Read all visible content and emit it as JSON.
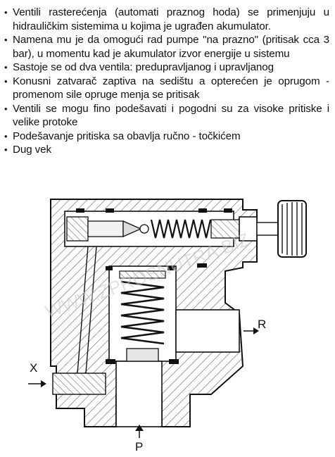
{
  "bullets": [
    "Ventili rasterećenja (automati praznog hoda) se primenjuju u hidrauličkim sistemima u kojima je ugrađen akumulator.",
    "Namena mu je da omogući rad pumpe \"na prazno\" (pritisak cca 3 bar), u momentu kad je akumulator izvor energije u sistemu",
    "Sastoje se od dva ventila: predupravljanog i upravljanog",
    "Konusni zatvarač zaptiva na sedištu a opterećen je oprugom - promenom sile opruge menja se pritisak",
    "Ventili se mogu fino podešavati i pogodni su za visoke pritiske i velike protoke",
    "Podešavanje pritiska sa obavlja ručno - točkićem",
    "Dug vek"
  ],
  "bullet_glyph": "•",
  "diagram": {
    "port_labels": {
      "x": "X",
      "r": "R",
      "p": "P"
    },
    "watermark": "WWW.ZPROSNUTRA.BIZ"
  }
}
